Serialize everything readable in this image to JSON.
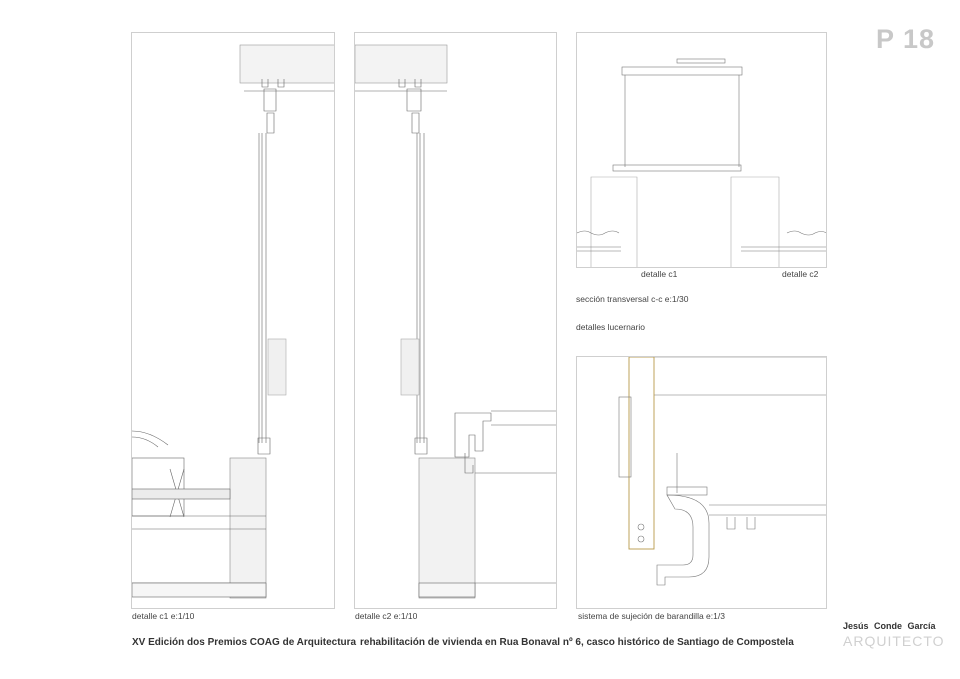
{
  "page": {
    "number": "P 18"
  },
  "details": {
    "c1": {
      "caption": "detalle c1   e:1/10"
    },
    "c2": {
      "caption": "detalle c2   e:1/10"
    },
    "section": {
      "label_c1": "detalle c1",
      "label_c2": "detalle c2",
      "caption": "sección transversal c-c   e:1/30",
      "subcaption": "detalles lucernario"
    },
    "railing": {
      "caption": "sistema de sujeción de barandilla   e:1/3"
    }
  },
  "footer": {
    "award": "XV Edición dos Premios COAG de Arquitectura",
    "project": "rehabilitación de vivienda en Rua Bonaval nº 6,  casco histórico de Santiago de Compostela"
  },
  "author": {
    "name": "Jesús  Conde  García",
    "role": "ARQUITECTO"
  }
}
